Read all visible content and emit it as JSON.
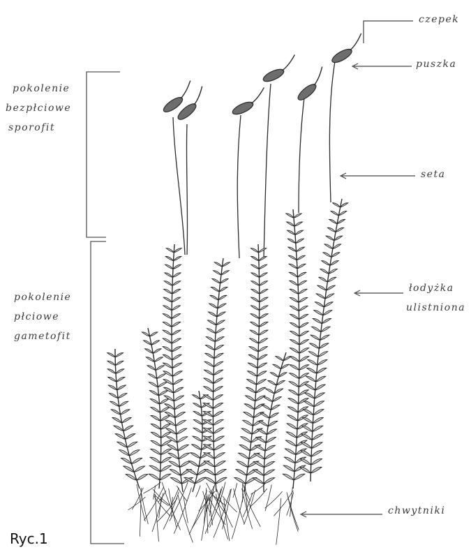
{
  "labels": {
    "czepek": "czepek",
    "puszka": "puszka",
    "seta": "seta",
    "lodyzka": [
      "łodyżka",
      "ulistniona"
    ],
    "chwytniki": "chwytniki"
  },
  "groups": {
    "sporofit": [
      "pokolenie",
      "bezpłciowe",
      "sporofit"
    ],
    "gametofit": [
      "pokolenie",
      "płciowe",
      "gametofit"
    ]
  },
  "caption": "Ryc.1",
  "colors": {
    "ink": "#3a3a3a",
    "plant": "#2b2b2b",
    "background": "#ffffff"
  }
}
